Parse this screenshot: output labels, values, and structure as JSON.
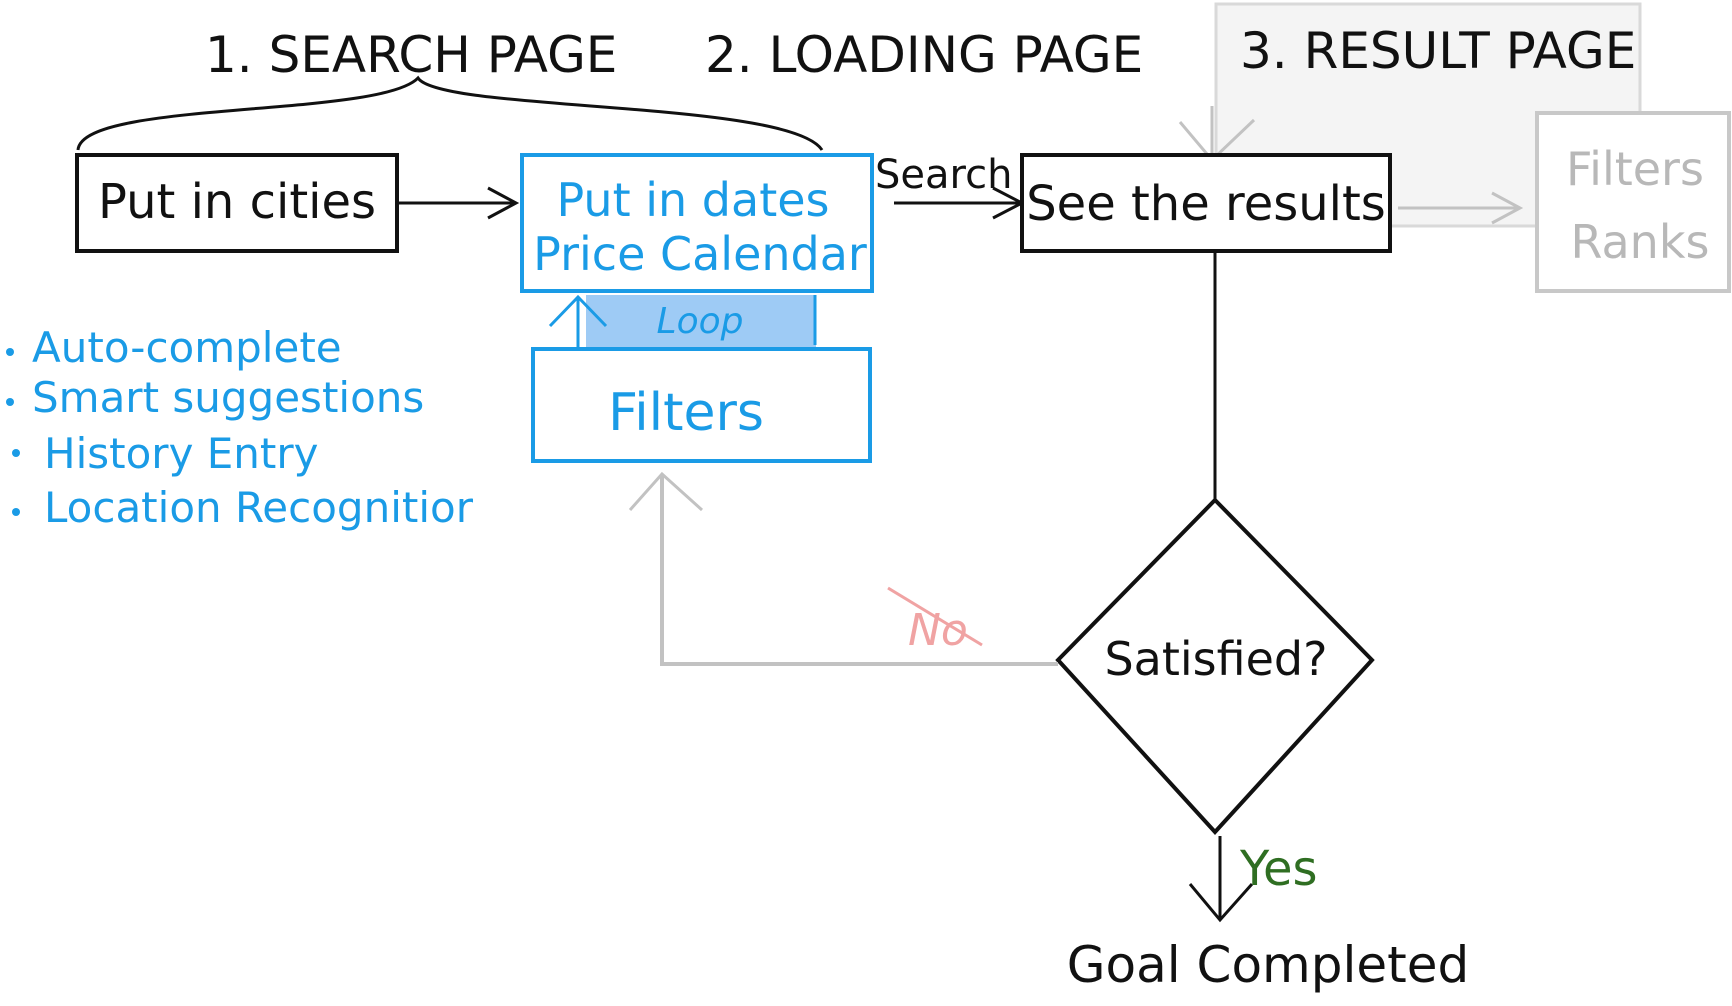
{
  "stages": {
    "search": "1. SEARCH PAGE",
    "loading": "2. LOADING PAGE",
    "result": "3. RESULT PAGE"
  },
  "nodes": {
    "put_in_cities": "Put in cities",
    "put_in_dates": "Put in dates",
    "price_calendar": "Price Calendar",
    "loop": "Loop",
    "filters": "Filters",
    "see_results": "See the results",
    "side_filters": "Filters",
    "side_ranks": "Ranks",
    "satisfied": "Satisfied?",
    "goal": "Goal Completed"
  },
  "edges": {
    "search": "Search",
    "no": "No",
    "yes": "Yes"
  },
  "features": [
    "Auto-complete",
    "Smart suggestions",
    "History Entry",
    "Location Recognitior"
  ],
  "colors": {
    "ink": "#111111",
    "blue": "#1a9be6",
    "loop_fill": "#9ecbf5",
    "grey": "#c2c2c2",
    "panel": "#f4f4f4",
    "no_red": "#f0a3a3",
    "yes_green": "#2f6e22"
  }
}
